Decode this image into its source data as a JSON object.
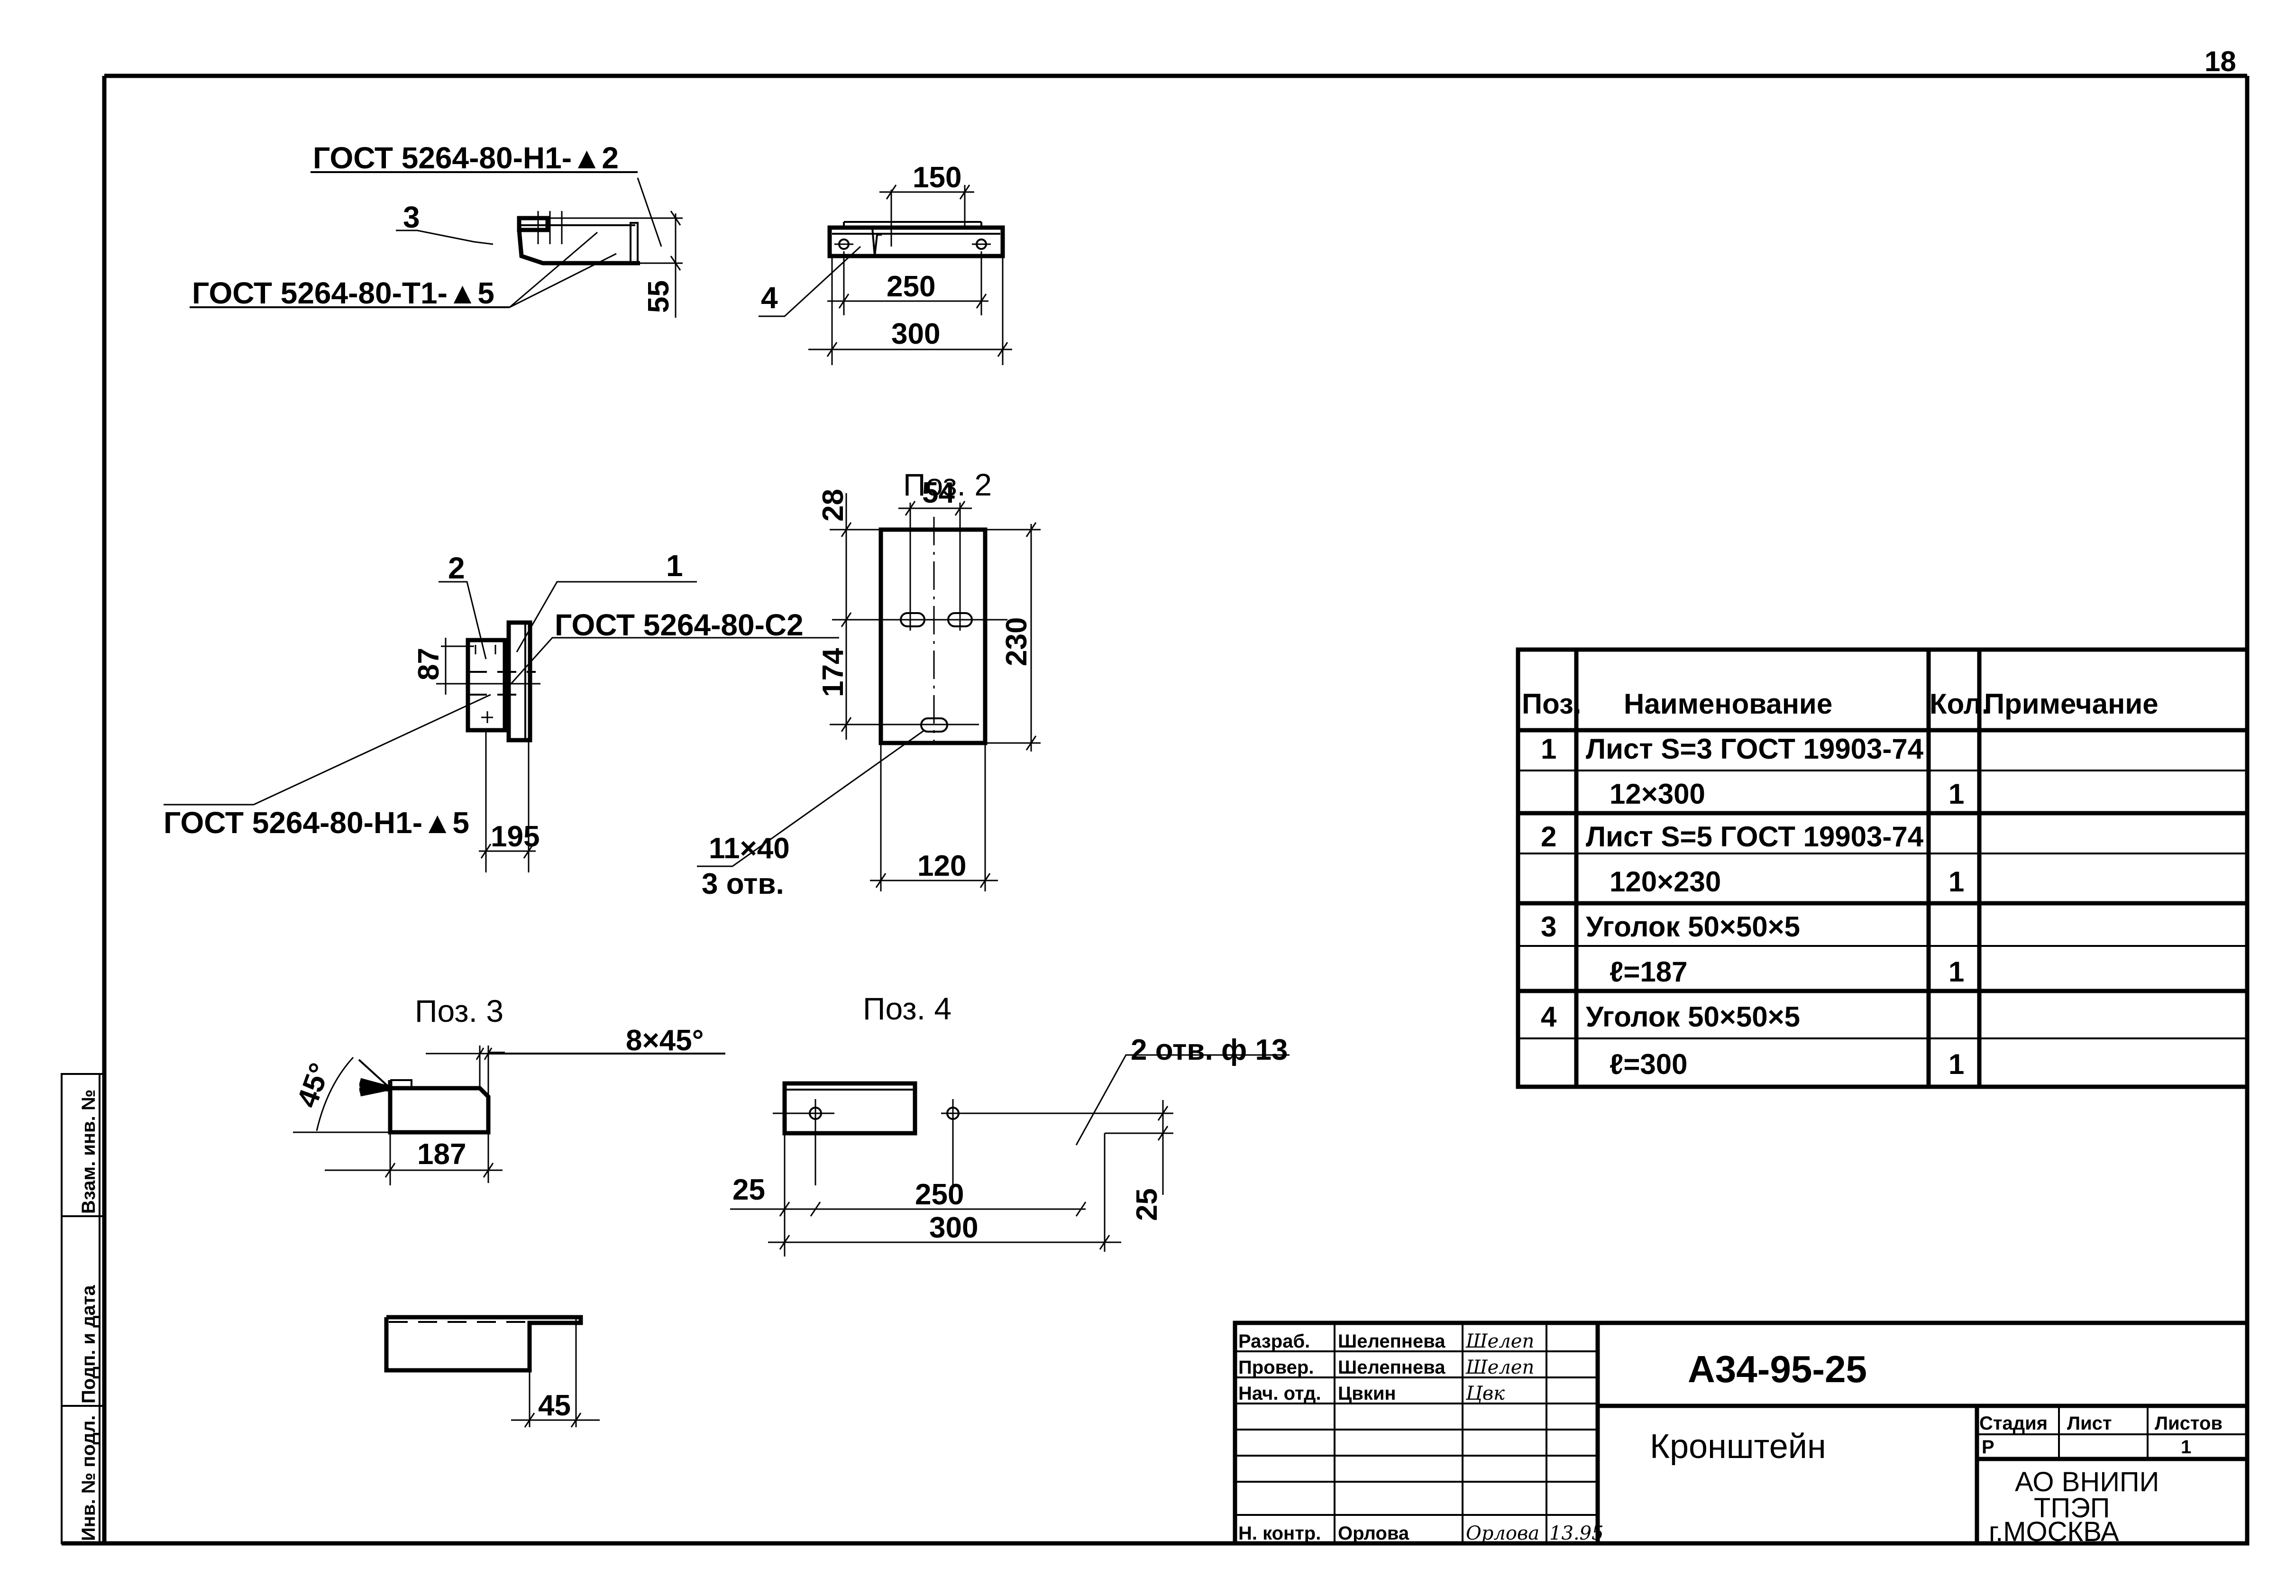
{
  "sheet": {
    "sheet_number": "18",
    "document_code": "А34-95-25",
    "title": "Кронштейн"
  },
  "views": {
    "assembly_top": {
      "weld_top": "ГОСТ 5264-80-Н1-▲2",
      "weld_bottom": "ГОСТ 5264-80-Т1-▲5",
      "pos_callout_3": "3",
      "dim_height": "55"
    },
    "assembly_front": {
      "pos_callout_4": "4",
      "dim_150": "150",
      "dim_250": "250",
      "dim_300": "300"
    },
    "assembly_side": {
      "pos_callout_2": "2",
      "pos_callout_1": "1",
      "weld_c2": "ГОСТ 5264-80-С2",
      "weld_h1": "ГОСТ 5264-80-Н1-▲5",
      "dim_87": "87",
      "dim_195": "195"
    },
    "pos2": {
      "label": "Поз. 2",
      "dim_28": "28",
      "dim_54": "54",
      "dim_174": "174",
      "dim_230": "230",
      "dim_120": "120",
      "hole_note_top": "11×40",
      "hole_note_bottom": "3 отв."
    },
    "pos3": {
      "label": "Поз. 3",
      "angle": "45°",
      "chamfer": "8×45°",
      "dim_187": "187",
      "dim_45": "45"
    },
    "pos4": {
      "label": "Поз. 4",
      "holes": "2 отв. ф 13",
      "dim_25_left": "25",
      "dim_250": "250",
      "dim_300": "300",
      "dim_25_right": "25"
    }
  },
  "spec_table": {
    "headers": [
      "Поз.",
      "Наименование",
      "Кол.",
      "Примечание"
    ],
    "rows": [
      {
        "pos": "1",
        "name": "Лист S=3 ГОСТ 19903-74",
        "qty": "",
        "note": ""
      },
      {
        "pos": "",
        "name": "12×300",
        "qty": "1",
        "note": ""
      },
      {
        "pos": "2",
        "name": "Лист S=5 ГОСТ 19903-74",
        "qty": "",
        "note": ""
      },
      {
        "pos": "",
        "name": "120×230",
        "qty": "1",
        "note": ""
      },
      {
        "pos": "3",
        "name": "Уголок 50×50×5",
        "qty": "",
        "note": ""
      },
      {
        "pos": "",
        "name": "ℓ=187",
        "qty": "1",
        "note": ""
      },
      {
        "pos": "4",
        "name": "Уголок 50×50×5",
        "qty": "",
        "note": ""
      },
      {
        "pos": "",
        "name": "ℓ=300",
        "qty": "1",
        "note": ""
      }
    ]
  },
  "title_block": {
    "roles": [
      {
        "role": "Разраб.",
        "name": "Шелепнева",
        "signature": "Шелеп",
        "date": ""
      },
      {
        "role": "Провер.",
        "name": "Шелепнева",
        "signature": "Шелеп",
        "date": ""
      },
      {
        "role": "Нач. отд.",
        "name": "Цвкин",
        "signature": "Цвк",
        "date": ""
      },
      {
        "role": "",
        "name": "",
        "signature": "",
        "date": ""
      },
      {
        "role": "",
        "name": "",
        "signature": "",
        "date": ""
      },
      {
        "role": "",
        "name": "",
        "signature": "",
        "date": ""
      },
      {
        "role": "",
        "name": "",
        "signature": "",
        "date": ""
      },
      {
        "role": "Н. контр.",
        "name": "Орлова",
        "signature": "Орлова",
        "date": "13.95"
      }
    ],
    "stage_header": "Стадия",
    "sheet_header": "Лист",
    "sheets_header": "Листов",
    "stage_value": "Р",
    "sheet_value": "",
    "sheets_value": "1",
    "org_line1": "АО ВНИПИ",
    "org_line2": "ТПЭП",
    "org_line3": "г.МОСКВА"
  },
  "side_stamp": {
    "cells": [
      "Взам. инв. №",
      "Подп. и дата",
      "Инв. № подл."
    ]
  }
}
